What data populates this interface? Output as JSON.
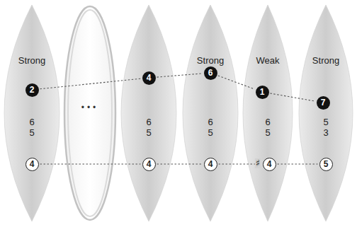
{
  "diagram": {
    "nodes": [
      {
        "text": [
          "Strong",
          "6 5"
        ]
      },
      {
        "text": [
          "2"
        ],
        "in": 0
      },
      {
        "text": [
          "4"
        ],
        "in": 0
      },
      {
        "text": [
          "•••"
        ]
      },
      {
        "text": [
          "6 5"
        ]
      },
      {
        "text": [
          "4"
        ],
        "in": 4
      },
      {
        "text": [
          "4"
        ],
        "in": 4
      },
      {
        "text": [
          "Strong",
          "6 5"
        ]
      },
      {
        "text": [
          "6"
        ],
        "in": 7
      },
      {
        "text": [
          "4"
        ],
        "in": 7
      },
      {
        "text": [
          "Weak",
          "6 5"
        ]
      },
      {
        "text": [
          "1"
        ],
        "in": 10
      },
      {
        "text": [
          "4"
        ],
        "in": 10
      },
      {
        "text": [
          "Strong",
          "5 3"
        ]
      },
      {
        "text": [
          "7"
        ],
        "in": 13
      },
      {
        "text": [
          "5"
        ],
        "in": 13
      }
    ],
    "edges": [
      {
        "from": 1,
        "to": 5,
        "arrow": "none"
      },
      {
        "from": 5,
        "to": 8,
        "arrow": "none"
      },
      {
        "from": 8,
        "to": 11,
        "arrow": "none"
      },
      {
        "from": 11,
        "to": 14,
        "arrow": "none"
      },
      {
        "from": 2,
        "to": 6,
        "arrow": "none"
      },
      {
        "from": 6,
        "to": 9,
        "arrow": "none"
      },
      {
        "from": 9,
        "to": 12,
        "arrow": "none"
      },
      {
        "from": 12,
        "to": 15,
        "arrow": "none"
      }
    ],
    "labels": [
      "♯"
    ]
  }
}
